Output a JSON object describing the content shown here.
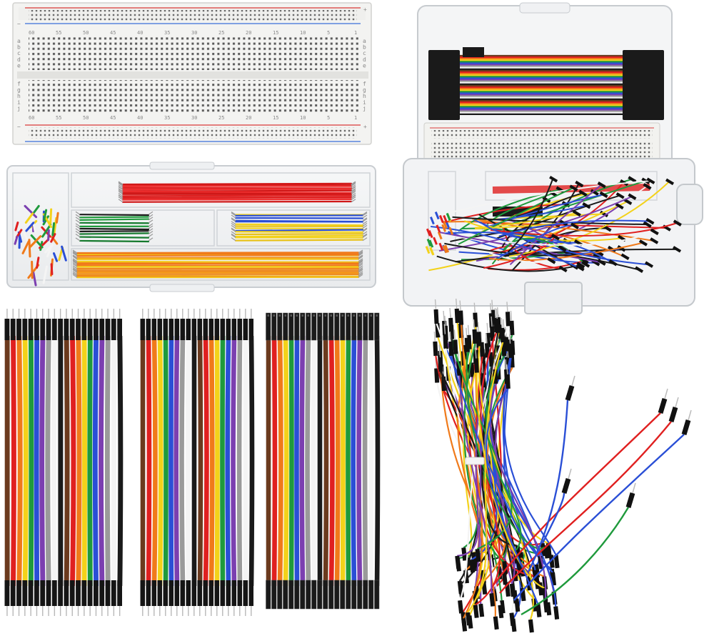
{
  "breadboard": {
    "top_numbers": [
      "60",
      "55",
      "50",
      "45",
      "40",
      "35",
      "30",
      "25",
      "20",
      "15",
      "10",
      "5",
      "1"
    ],
    "bottom_numbers": [
      "60",
      "55",
      "50",
      "45",
      "40",
      "35",
      "30",
      "25",
      "20",
      "15",
      "10",
      "5",
      "1"
    ],
    "row_letters_top": [
      "a",
      "b",
      "c",
      "d",
      "e"
    ],
    "row_letters_bottom": [
      "f",
      "g",
      "h",
      "i",
      "j"
    ],
    "rail_plus": "+",
    "rail_minus": "−"
  },
  "colors": {
    "rail_red": "#d93a3a",
    "rail_blue": "#3a6fd9",
    "rainbow": [
      "#6b3a1e",
      "#e02020",
      "#f07a1a",
      "#f3d21a",
      "#1f9a3c",
      "#2a4fd6",
      "#7b3fb0",
      "#9a9a9a",
      "#f4f4f4",
      "#1a1a1a"
    ],
    "jumper_wires": [
      "#e02020",
      "#f3d21a",
      "#1f9a3c",
      "#2a4fd6",
      "#f07a1a",
      "#1a1a1a",
      "#7b3fb0",
      "#f4f4f4"
    ]
  },
  "products": [
    {
      "name": "breadboard-830"
    },
    {
      "name": "jumper-wire-box"
    },
    {
      "name": "storage-box-with-ribbon-and-breadboard"
    },
    {
      "name": "ribbon-male-male"
    },
    {
      "name": "ribbon-male-female"
    },
    {
      "name": "ribbon-female-female"
    },
    {
      "name": "loose-jumper-bundle"
    }
  ]
}
